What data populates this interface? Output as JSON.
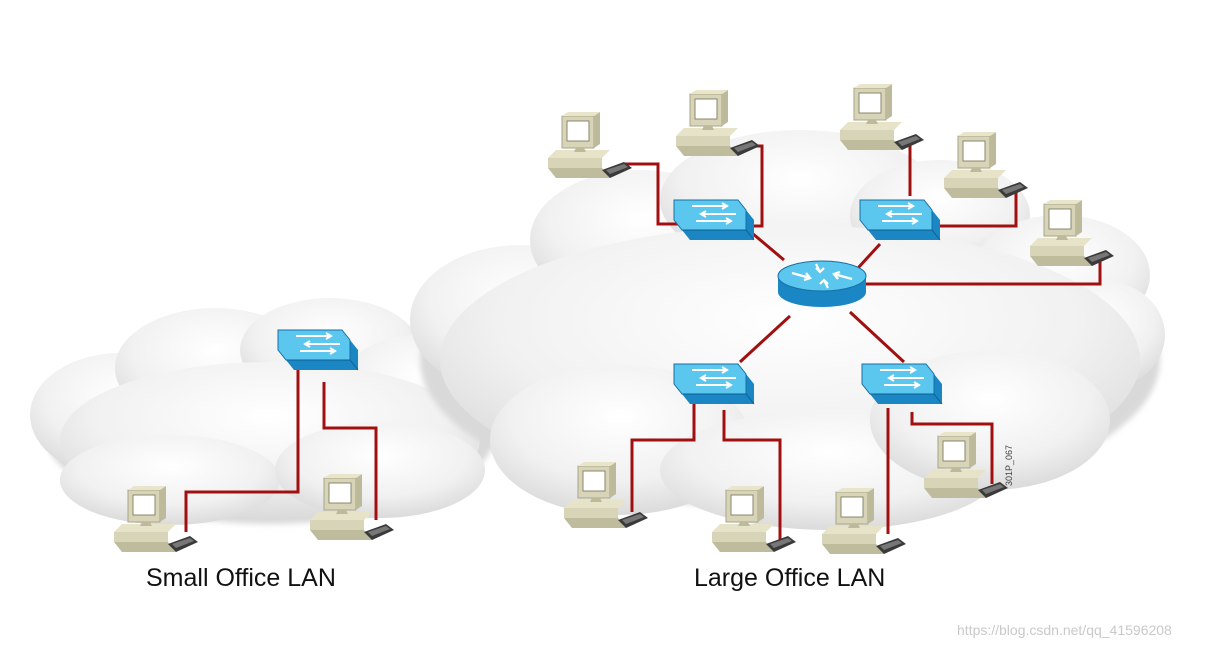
{
  "captions": {
    "small_office": "Small Office LAN",
    "large_office": "Large Office LAN"
  },
  "figure_id": "301P_067",
  "watermark": "https://blog.csdn.net/qq_41596208",
  "colors": {
    "cable": "#a01010",
    "switch_top": "#5bc6ee",
    "switch_side": "#1a86c4",
    "router_top": "#5bc6ee",
    "router_side": "#1a86c4",
    "cloud": "#eeeeee",
    "computer": "#d7d4b8"
  },
  "networks": [
    {
      "name": "Small Office LAN",
      "switches": 1,
      "routers": 0,
      "computers": 2
    },
    {
      "name": "Large Office LAN",
      "switches": 4,
      "routers": 1,
      "computers": 9
    }
  ]
}
